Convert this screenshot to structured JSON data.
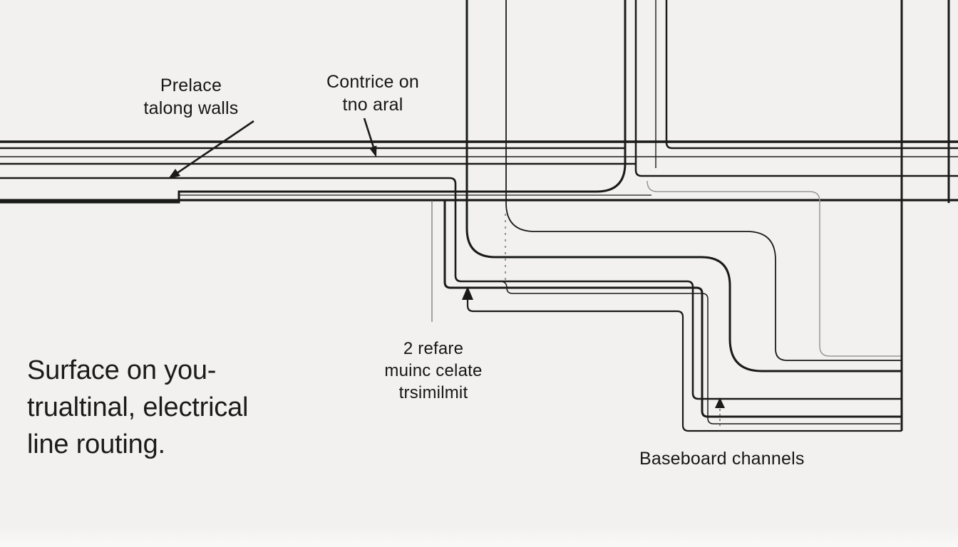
{
  "colors": {
    "background": "#f2f1ef",
    "line": "#1a1a1a",
    "gray_line": "#979797",
    "text": "#161616"
  },
  "labels": {
    "placement": {
      "line1": "Prelace",
      "line2": "talong walls"
    },
    "contrice": {
      "line1": "Contrice on",
      "line2": "tno aral"
    },
    "refare": {
      "line1": "2 refare",
      "line2": "muinc celate",
      "line3": "trsimilmit"
    },
    "baseboard": {
      "text": "Baseboard channels"
    }
  },
  "caption": {
    "line1": "Surface on you-",
    "line2": "trualtinal, electrical",
    "line3": "line routing."
  }
}
